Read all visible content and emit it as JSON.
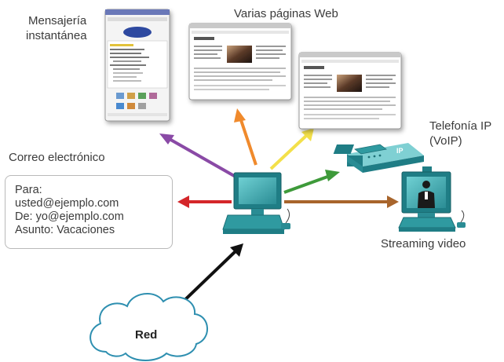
{
  "labels": {
    "im_line1": "Mensajería",
    "im_line2": "instantánea",
    "web_pages": "Varias páginas Web",
    "voip_line1": "Telefonía IP",
    "voip_line2": "(VoIP)",
    "email_title": "Correo electrónico",
    "streaming": "Streaming video",
    "network": "Red"
  },
  "email": {
    "line1": "Para:",
    "line2": "usted@ejemplo.com",
    "line3": "De: yo@ejemplo.com",
    "line4": "Asunto: Vacaciones"
  },
  "phone_badge": "IP",
  "colors": {
    "purple_arrow": "#8a4aa6",
    "orange_arrow": "#f08a2c",
    "yellow_arrow": "#f3e04a",
    "green_arrow": "#3e9a3a",
    "red_arrow": "#d4262a",
    "brown_arrow": "#a8652c",
    "black_arrow": "#111111",
    "device_teal": "#2f9aa0",
    "cloud_fill": "#ffffff",
    "cloud_stroke": "#2e8fb0"
  },
  "icons": [
    "instant-messenger-icon",
    "web-page-icon",
    "ip-phone-icon",
    "computer-icon",
    "video-terminal-icon",
    "network-cloud-icon"
  ]
}
